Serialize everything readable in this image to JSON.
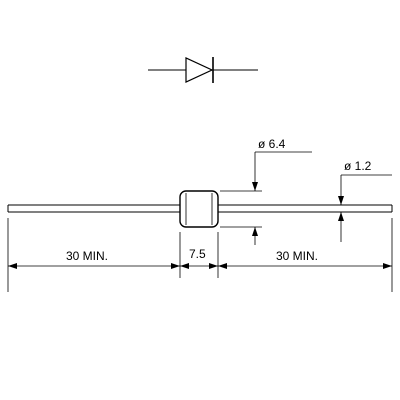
{
  "symbol": {
    "name": "diode-symbol"
  },
  "package": {
    "name": "axial-diode-package"
  },
  "dimensions": {
    "body_diameter": "ø 6.4",
    "lead_diameter": "ø 1.2",
    "body_length": "7.5",
    "lead_length_left": "30 MIN.",
    "lead_length_right": "30 MIN."
  },
  "colors": {
    "line": "#000000",
    "background": "#ffffff"
  }
}
